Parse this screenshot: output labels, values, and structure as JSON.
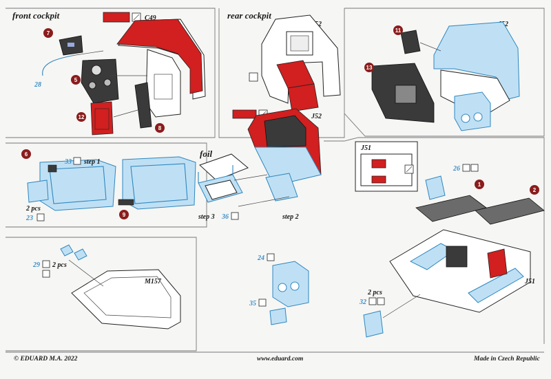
{
  "sections": {
    "front_cockpit": {
      "title": "front cockpit",
      "decal": "C49"
    },
    "rear_cockpit": {
      "title": "rear cockpit",
      "part": "J52"
    },
    "rear_panel": {
      "part": "J52"
    },
    "rear_red": {
      "part": "J52"
    },
    "sill": {
      "step1": "step 1",
      "pcs": "2 pcs"
    },
    "foil": {
      "title": "foil",
      "step2": "step 2",
      "step3": "step 3"
    },
    "canopy": {
      "pcs": "2 pcs",
      "part": "M157"
    },
    "tub": {
      "inset_part": "J51",
      "part": "J51",
      "pcs": "2 pcs"
    }
  },
  "callouts": [
    "7",
    "5",
    "12",
    "8",
    "11",
    "13",
    "6",
    "9",
    "1",
    "2"
  ],
  "part_numbers": [
    "28",
    "33",
    "23",
    "36",
    "24",
    "35",
    "29",
    "26",
    "32"
  ],
  "colors": {
    "red": "#d21f1f",
    "blue": "#bfe0f4",
    "blue_line": "#2e86bf",
    "callout": "#8b1c1c"
  },
  "footer": {
    "copyright": "© EDUARD  M.A. 2022",
    "url": "www.eduard.com",
    "origin": "Made in Czech Republic"
  }
}
